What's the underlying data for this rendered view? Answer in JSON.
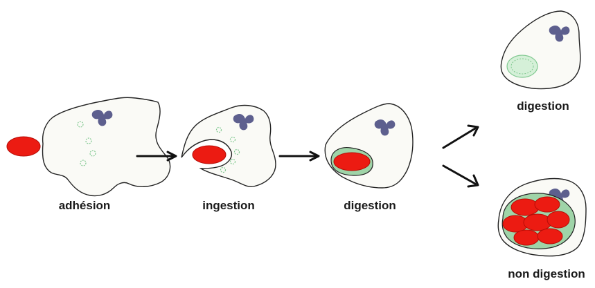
{
  "stages": [
    {
      "id": "adhesion",
      "label": "adhésion"
    },
    {
      "id": "ingestion",
      "label": "ingestion"
    },
    {
      "id": "digestion",
      "label": "digestion"
    },
    {
      "id": "digestion-complete",
      "label": "digestion"
    },
    {
      "id": "non-digestion",
      "label": "non digestion"
    }
  ],
  "colors": {
    "cell_fill": "#fafaf6",
    "cell_outline": "#222222",
    "nucleus": "#5d5f8e",
    "particle": "#ec1b12",
    "particle_edge": "#b50c06",
    "vacuole_membrane": "#9fd4a8",
    "granule": "#7fc88f",
    "digested_particle": "#d5f0d8",
    "arrow": "#111111"
  },
  "icons": {
    "nucleus": "trilobed-nucleus",
    "particle": "red-particle",
    "granule": "green-granule"
  }
}
